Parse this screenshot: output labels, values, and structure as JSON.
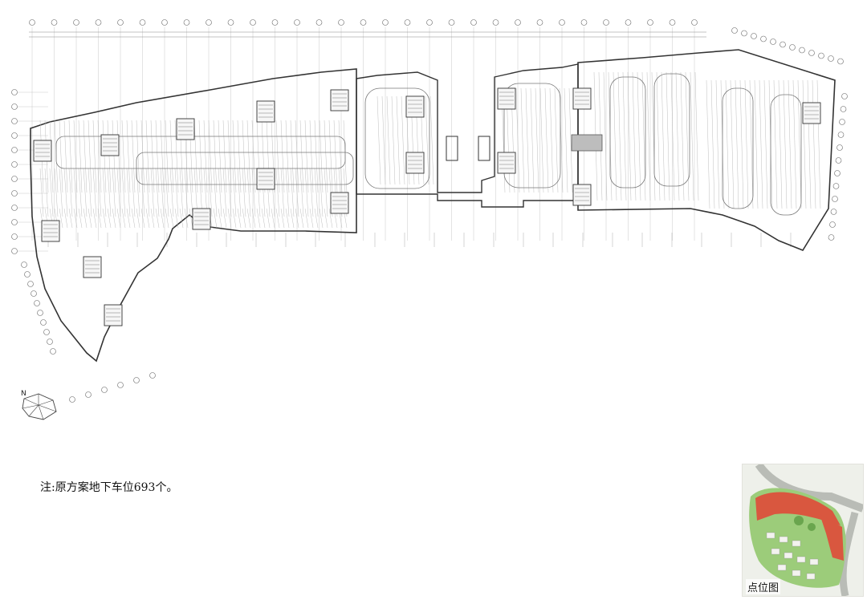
{
  "note": "注:原方案地下车位693个。",
  "north_label": "N",
  "site_map": {
    "label": "点位图"
  },
  "colors": {
    "line": "#3a3a3a",
    "light_line": "#8a8a8a",
    "ramp_fill": "#bdbdbd",
    "site_green": "#8cbf6a",
    "site_red": "#d9573f",
    "site_road": "#b9bcb6"
  }
}
